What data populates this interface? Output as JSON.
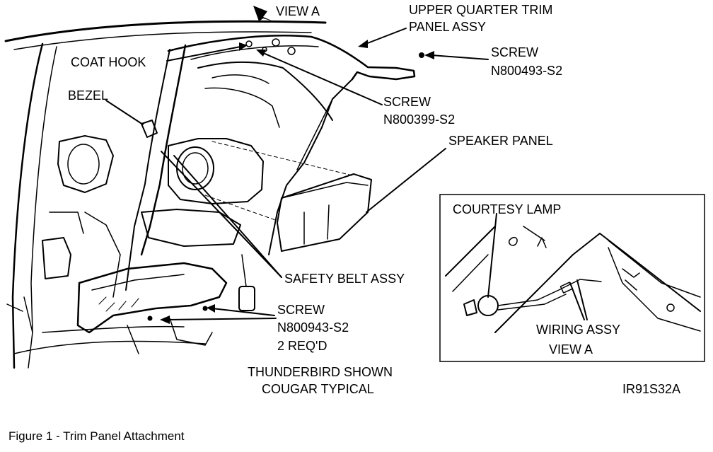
{
  "labels": {
    "view_a_top": "VIEW A",
    "upper_quarter_1": "UPPER QUARTER TRIM",
    "upper_quarter_2": "PANEL ASSY",
    "coat_hook": "COAT HOOK",
    "screw_1": "SCREW",
    "screw_1_part": "N800493-S2",
    "screw_2": "SCREW",
    "screw_2_part": "N800399-S2",
    "bezel": "BEZEL",
    "speaker_panel": "SPEAKER PANEL",
    "safety_belt": "SAFETY BELT ASSY",
    "screw_3": "SCREW",
    "screw_3_part": "N800943-S2",
    "screw_3_qty": "2 REQ'D",
    "note_1": "THUNDERBIRD SHOWN",
    "note_2": "COUGAR TYPICAL",
    "drawing_id": "IR91S32A"
  },
  "inset": {
    "courtesy_lamp": "COURTESY LAMP",
    "wiring_assy": "WIRING ASSY",
    "view_a": "VIEW A"
  },
  "caption": "Figure 1 - Trim Panel Attachment"
}
